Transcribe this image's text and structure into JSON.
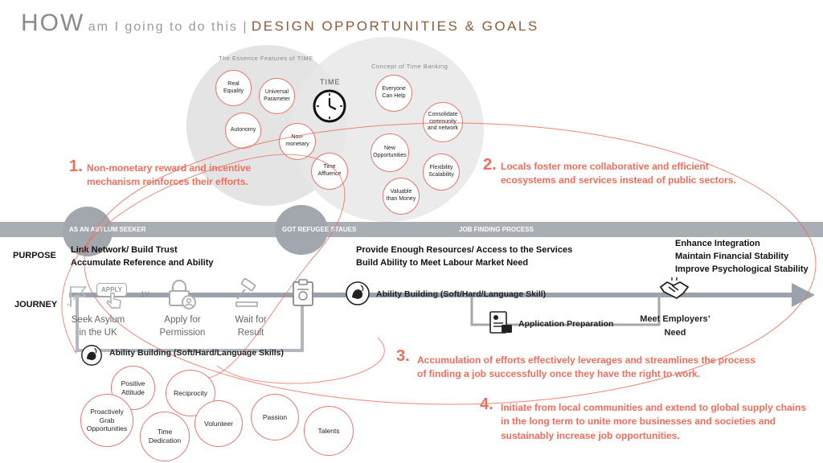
{
  "title": {
    "how": "HOW",
    "subtitle": "am I going to do this |",
    "main": "DESIGN OPPORTUNITIES & GOALS"
  },
  "venn": {
    "left_caption": "The Essence Features of TIME",
    "right_caption": "Concept of Time Banking",
    "center_label": "TIME",
    "bubbles": [
      "Real Equality",
      "Universal Parameter",
      "Autonomy",
      "Non-monetary",
      "Time Affluence",
      "Everyone Can Help",
      "Consolidate community and network",
      "New Opportunities",
      "Flexibility Scalability",
      "Valuable than Money"
    ]
  },
  "opportunities": [
    {
      "num": "1.",
      "text": "Non-monetary reward and incentive mechanism reinforces their efforts."
    },
    {
      "num": "2.",
      "text": "Locals foster more collaborative and efficient ecosystems and services instead of public sectors."
    },
    {
      "num": "3.",
      "text": "Accumulation of efforts effectively leverages and streamlines the process of finding a job successfully once they have the right to work."
    },
    {
      "num": "4.",
      "text": "Initiate from local communities and extend to global supply chains in the long term to unite more businesses and societies and sustainably increase job opportunities."
    }
  ],
  "phases": {
    "asylum": "AS AN ASYLUM SEEKER",
    "refugee": "GOT REFUGEE STAUES",
    "job": "JOB FINDING PROCESS"
  },
  "row_labels": {
    "purpose": "PURPOSE",
    "journey": "JOURNEY"
  },
  "purposes": {
    "p1_line1": "Link Network/ Build Trust",
    "p1_line2": "Accumulate Reference and Ability",
    "p2_line1": "Provide Enough Resources/ Access to the Services",
    "p2_line2": "Build Ability to Meet Labour Market Need",
    "p3_line1": "Enhance Integration",
    "p3_line2": "Maintain Financial Stability",
    "p3_line3": "Improve Psychological Stability"
  },
  "journey": {
    "apply_badge": "APPLY",
    "duration": "1Y",
    "steps": [
      {
        "line1": "Seek Asylum",
        "line2": "in the UK"
      },
      {
        "line1": "Apply for",
        "line2": "Permission"
      },
      {
        "line1": "Wait for",
        "line2": "Result"
      }
    ],
    "ability_main": "Ability Building (Soft/Hard/Language Skill)",
    "ability_lower": "Ability Building (Soft/Hard/Language Skills)",
    "application_prep": "Application Preparation",
    "meet_line1": "Meet Employers’",
    "meet_line2": "Need"
  },
  "skills": [
    "Positive Attitude",
    "Reciprocity",
    "Proactively Grab Opportunities",
    "Time Dedication",
    "Volunteer",
    "Passion",
    "Talents"
  ],
  "colors": {
    "accent": "#ec6f5f",
    "title_brown": "#8b5a3c",
    "band": "#a9adb4",
    "arrow": "#9aa3ad",
    "venn": "#e6e6e6"
  }
}
